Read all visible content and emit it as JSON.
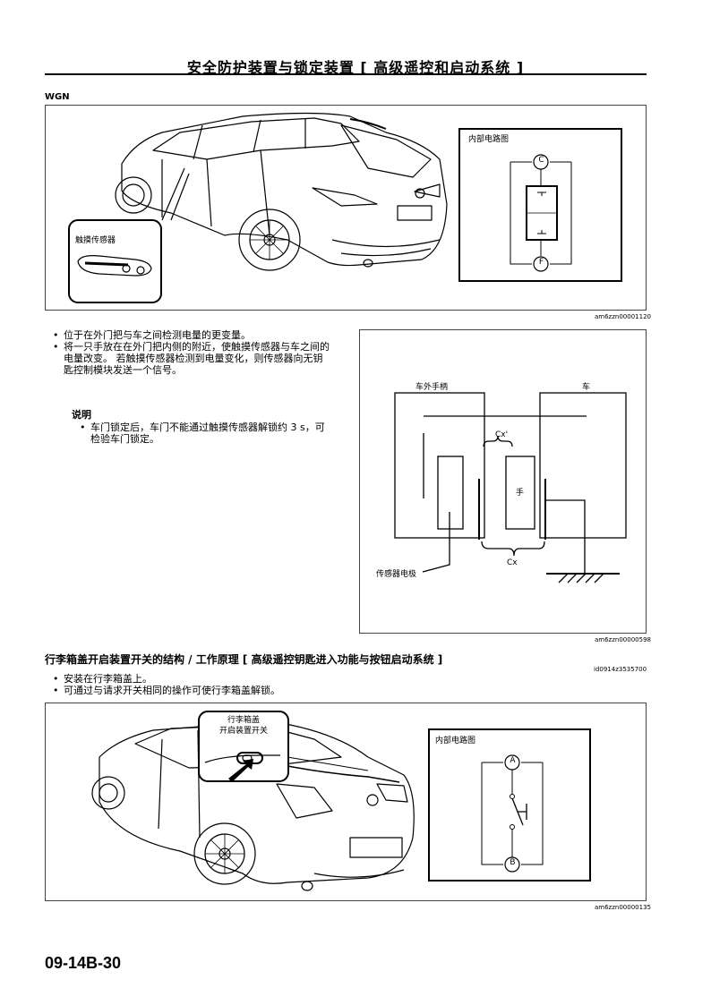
{
  "header": {
    "title": "安全防护装置与锁定装置 [ 高级遥控和启动系统 ]"
  },
  "figure1": {
    "variant_label": "WGN",
    "sensor_label": "触摸传感器",
    "circuit_title": "内部电路图",
    "terminal_top": "C",
    "terminal_bottom": "F",
    "code": "am6zzn00001120"
  },
  "text1": {
    "bullets": [
      "位于在外门把与车之间检测电量的更变量。",
      "将一只手放在在外门把内侧的附近，使触摸传感器与车之间的电量改变。 若触摸传感器检测到电量变化，则传感器向无钥匙控制模块发送一个信号。"
    ],
    "note_heading": "说明",
    "note_bullets": [
      "车门锁定后，车门不能通过触摸传感器解锁约 3 s，可检验车门锁定。"
    ]
  },
  "figure2": {
    "handle_label": "车外手柄",
    "car_label": "车",
    "cx_prime": "Cx'",
    "hand_label": "手",
    "cx": "Cx",
    "electrode_label": "传感器电极",
    "code": "am6zzn00000598"
  },
  "section2": {
    "heading": "行李箱盖开启装置开关的结构 / 工作原理 [ 高级遥控钥匙进入功能与按钮启动系统 ]",
    "id": "id0914z3535700",
    "bullets": [
      "安装在行李箱盖上。",
      "可通过与请求开关相同的操作可使行李箱盖解锁。"
    ]
  },
  "figure3": {
    "switch_label_line1": "行李箱盖",
    "switch_label_line2": "开启装置开关",
    "circuit_title": "内部电路图",
    "terminal_top": "A",
    "terminal_bottom": "B",
    "code": "am6zzn00000135"
  },
  "footer": {
    "page_number": "09-14B-30"
  }
}
